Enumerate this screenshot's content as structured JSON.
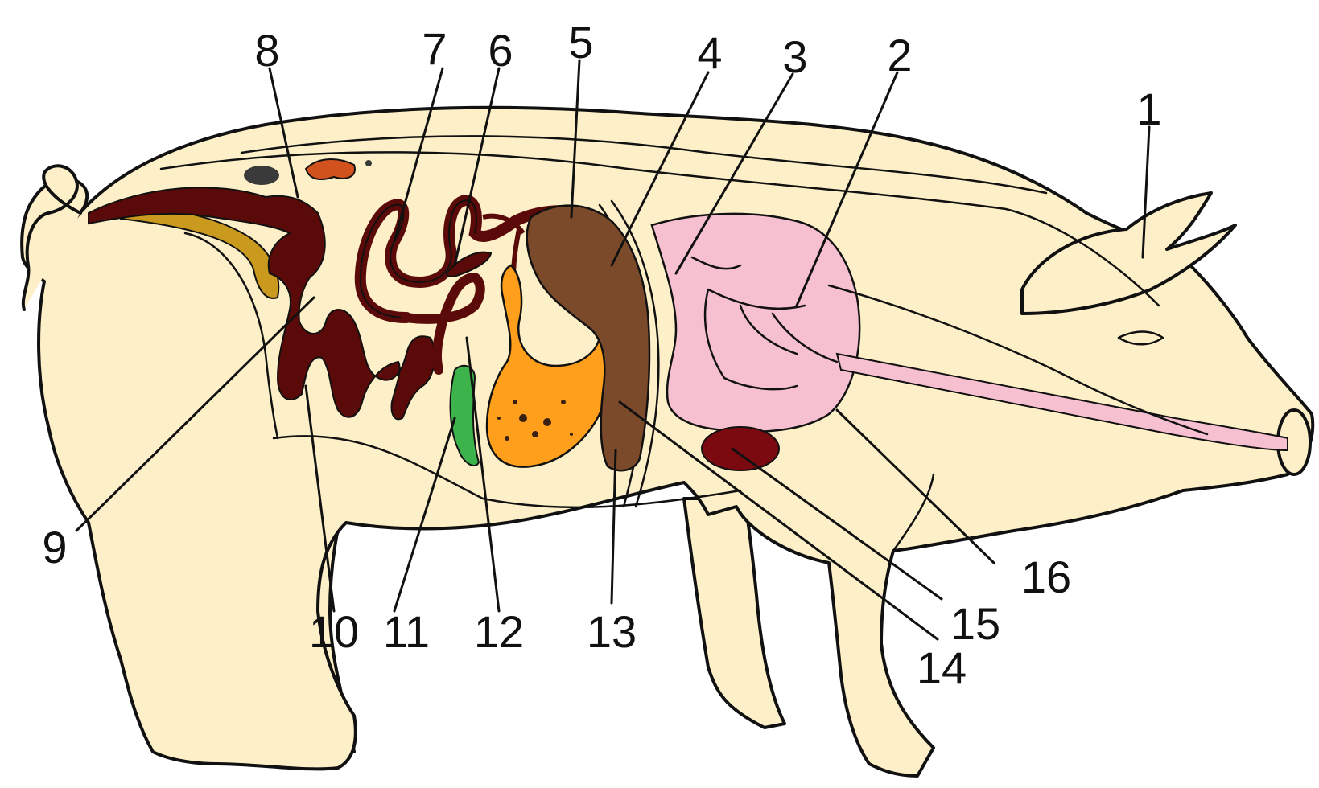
{
  "colors": {
    "background": "#ffffff",
    "body": "#fdefc8",
    "outline": "#111111",
    "intestine": "#5a0a08",
    "rectum": "#c99a1e",
    "kidney": "#d2521e",
    "stomach": "#ff9f1c",
    "liver": "#7a4a2a",
    "spleen": "#3cb44b",
    "lungs": "#f6c0d0",
    "heart": "#7a0a10",
    "trachea": "#f6c0d0"
  },
  "labels": [
    "1",
    "2",
    "3",
    "4",
    "5",
    "6",
    "7",
    "8",
    "9",
    "10",
    "11",
    "12",
    "13",
    "14",
    "15",
    "16"
  ]
}
